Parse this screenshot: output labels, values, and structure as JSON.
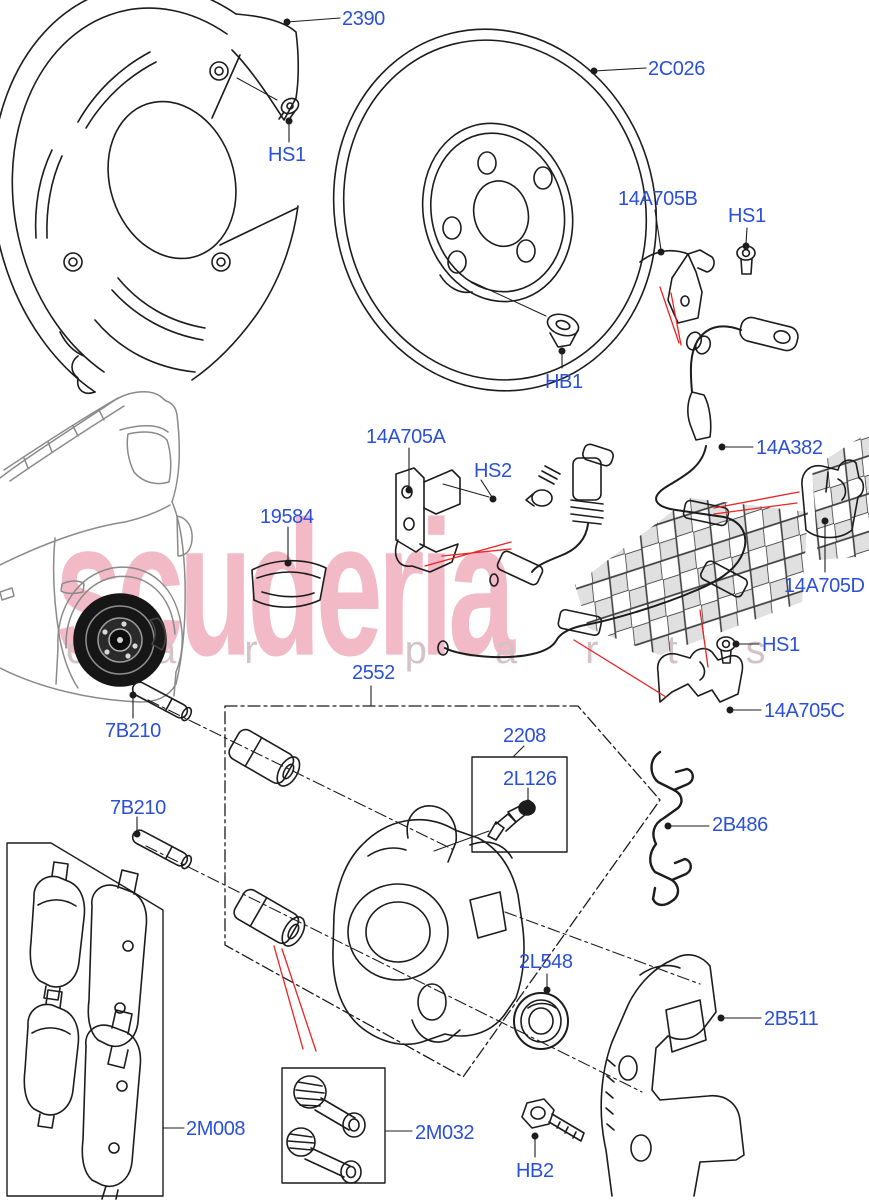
{
  "page": {
    "background": "#ffffff"
  },
  "watermark": {
    "brand": "scuderia",
    "tagline": "car parts",
    "brand_color": "#f2b9c6",
    "tagline_color": "#d3c3c7",
    "checker_color": "#dadada"
  },
  "style": {
    "label_color": "#2b50d8",
    "line_color": "#1c1c1c",
    "callout_color": "#ee2222"
  },
  "labels": [
    {
      "code": "2390"
    },
    {
      "code": "2C026"
    },
    {
      "code": "HS1"
    },
    {
      "code": "HB1"
    },
    {
      "code": "14A705B"
    },
    {
      "code": "HS1"
    },
    {
      "code": "14A705A"
    },
    {
      "code": "HS2"
    },
    {
      "code": "14A382"
    },
    {
      "code": "19584"
    },
    {
      "code": "14A705D"
    },
    {
      "code": "HS1"
    },
    {
      "code": "14A705C"
    },
    {
      "code": "2552"
    },
    {
      "code": "7B210"
    },
    {
      "code": "7B210"
    },
    {
      "code": "2208"
    },
    {
      "code": "2L126"
    },
    {
      "code": "2B486"
    },
    {
      "code": "2L548"
    },
    {
      "code": "2B511"
    },
    {
      "code": "2M008"
    },
    {
      "code": "2M032"
    },
    {
      "code": "HB2"
    }
  ]
}
